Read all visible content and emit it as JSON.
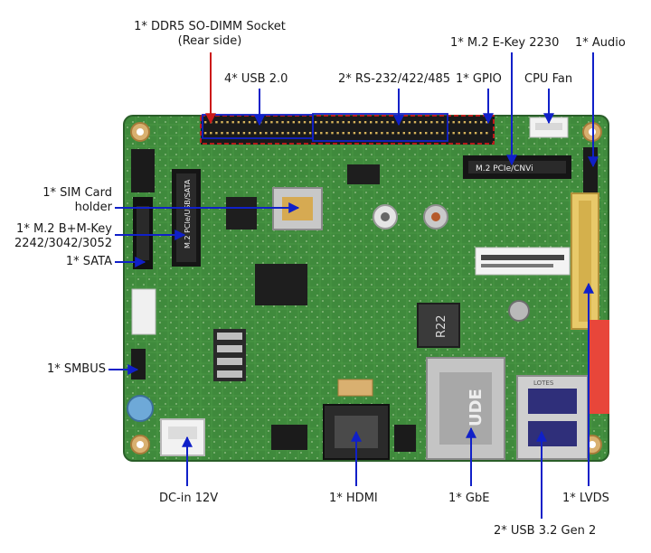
{
  "labels": {
    "ddr5": "1* DDR5 SO-DIMM Socket",
    "ddr5_sub": "(Rear side)",
    "usb20": "4* USB 2.0",
    "rs232": "2* RS-232/422/485",
    "gpio": "1* GPIO",
    "m2e": "1* M.2 E-Key 2230",
    "cpufan": "CPU Fan",
    "audio": "1* Audio",
    "sim1": "1* SIM Card",
    "sim2": "holder",
    "m2b1": "1* M.2 B+M-Key",
    "m2b2": "2242/3042/3052",
    "sata": "1* SATA",
    "smbus": "1* SMBUS",
    "dcin": "DC-in 12V",
    "hdmi": "1* HDMI",
    "gbe": "1* GbE",
    "lvds": "1* LVDS",
    "usb32": "2* USB 3.2 Gen 2"
  },
  "board_text": {
    "m2_pcie": "M.2 PCIe/CNVi",
    "m2_sata": "M.2 PCIe/USB/SATA",
    "r22": "R22",
    "lan": "UDE",
    "usb_brand": "LOTES"
  },
  "colors": {
    "pcb": "#3f8a3c",
    "pcb_dark": "#2f6e2e",
    "arrow_blue": "#1020c8",
    "arrow_red": "#cc1a1a",
    "lvds_red": "#e8463a"
  }
}
